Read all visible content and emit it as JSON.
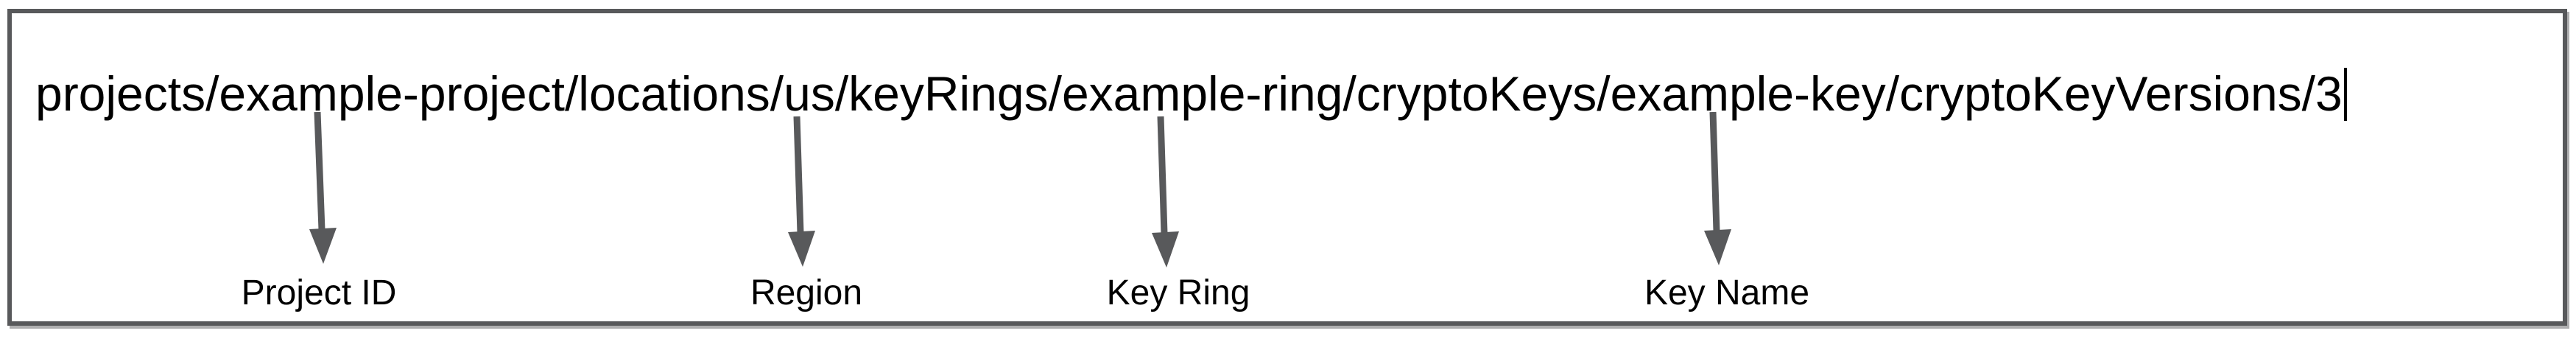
{
  "field": {
    "value": "projects/example-project/locations/us/keyRings/example-ring/cryptoKeys/example-key/cryptoKeyVersions/3",
    "cursor_visible": true
  },
  "annotations": [
    {
      "label": "Project ID",
      "target_segment": "example-project"
    },
    {
      "label": "Region",
      "target_segment": "us"
    },
    {
      "label": "Key Ring",
      "target_segment": "example-ring"
    },
    {
      "label": "Key Name",
      "target_segment": "example-key"
    }
  ],
  "colors": {
    "arrow": "#58595b",
    "border": "#58595b",
    "text": "#000000",
    "background": "#ffffff"
  }
}
